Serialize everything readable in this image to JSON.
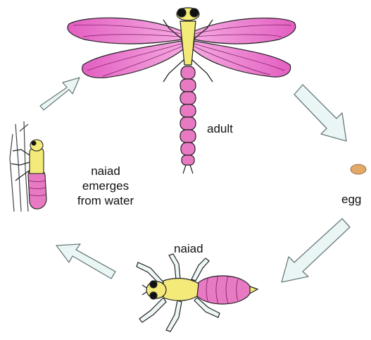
{
  "labels": {
    "adult": "adult",
    "egg": "egg",
    "naiad": "naiad",
    "naiad_emerges": [
      "naiad",
      "emerges",
      "from water"
    ]
  },
  "stages": [
    "adult",
    "egg",
    "naiad",
    "naiad emerges from water"
  ],
  "colors": {
    "wing": "#e35fc1",
    "body_pink": "#e879c3",
    "thorax_yellow": "#f3ea7a",
    "egg": "#e2a968",
    "arrow": "#eaf6f5",
    "outline": "#222222"
  }
}
